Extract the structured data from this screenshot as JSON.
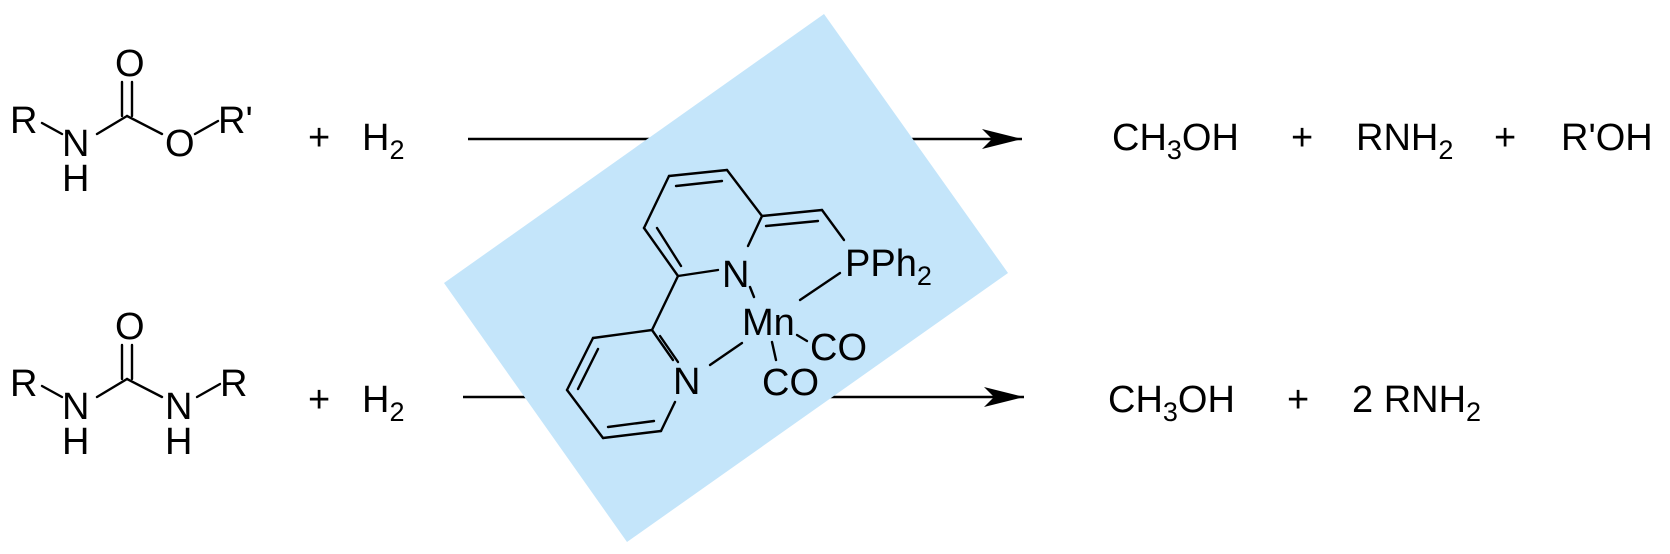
{
  "colors": {
    "catalyst_backdrop": "#c4e5fa",
    "ink": "#000000"
  },
  "reaction1": {
    "carbamate": {
      "r_left": "R",
      "n": "N",
      "h": "H",
      "o_carbonyl": "O",
      "o_ester": "O",
      "r_right": "R'"
    },
    "plus": "+",
    "h2": {
      "base": "H",
      "sub": "2"
    },
    "products": {
      "methanol": {
        "pre": "CH",
        "sub": "3",
        "post": "OH"
      },
      "plus_1": "+",
      "amine": {
        "pre": "RNH",
        "sub": "2"
      },
      "plus_2": "+",
      "alcohol": "R'OH"
    }
  },
  "reaction2": {
    "urea": {
      "r_left": "R",
      "n_left": "N",
      "h_left": "H",
      "o_carbonyl": "O",
      "n_right": "N",
      "h_right": "H",
      "r_right": "R"
    },
    "plus": "+",
    "h2": {
      "base": "H",
      "sub": "2"
    },
    "products": {
      "methanol": {
        "pre": "CH",
        "sub": "3",
        "post": "OH"
      },
      "plus": "+",
      "amine": {
        "pre": "2 RNH",
        "sub": "2"
      }
    }
  },
  "catalyst": {
    "n_pyridine_upper": "N",
    "n_pyridine_lower": "N",
    "metal": "Mn",
    "phosphine": {
      "pre": "PPh",
      "sub": "2"
    },
    "co_1": "CO",
    "co_2": "CO"
  }
}
